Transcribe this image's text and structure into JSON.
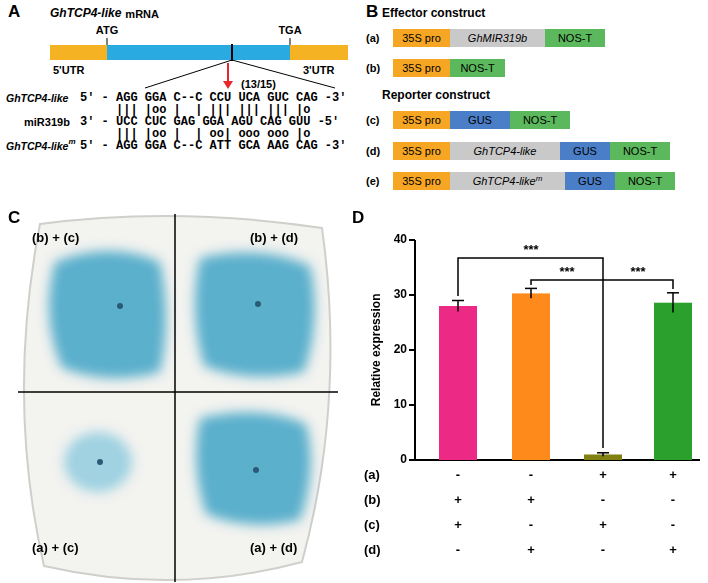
{
  "diagram": {
    "nodes": [
      {
        "text": [
          "35S pro"
        ]
      },
      {
        "text": [
          "GhMIR319b"
        ]
      },
      {
        "text": [
          "NOS-T"
        ]
      },
      {
        "text": [
          "35S pro"
        ]
      },
      {
        "text": [
          "NOS-T"
        ]
      },
      {
        "text": [
          "35S pro"
        ]
      },
      {
        "text": [
          "GUS"
        ]
      },
      {
        "text": [
          "NOS-T"
        ]
      },
      {
        "text": [
          "35S pro"
        ]
      },
      {
        "text": [
          "GhTCP4-like"
        ]
      },
      {
        "text": [
          "GUS"
        ]
      },
      {
        "text": [
          "NOS-T"
        ]
      },
      {
        "text": [
          "35S pro"
        ]
      },
      {
        "text": [
          "GhTCP4-like",
          "m"
        ]
      },
      {
        "text": [
          "GUS"
        ]
      },
      {
        "text": [
          "NOS-T"
        ]
      }
    ],
    "labels": [
      "A",
      "GhTCP4-like",
      "mRNA",
      "ATG",
      "TGA",
      "5'UTR",
      "3'UTR",
      "(13/15)",
      "GhTCP4-like",
      "5' - AGG GGA C--C CCU UCA GUC CAG -3'",
      "||| |oo |  | ||| ||| ||| |o",
      "miR319b",
      "3' - UCC CUC GAG GGA AGU CAG GUU -5'",
      "||| |oo |  | oo| ooo ooo |o",
      "GhTCP4-like",
      "m",
      "5' - AGG GGA C--C ATT GCA AAG CAG -3'",
      "B",
      "Effector construct",
      "(a)",
      "(b)",
      "Reporter construct",
      "(c)",
      "(d)",
      "(e)",
      "C",
      "(b) + (c)",
      "(b) + (d)",
      "(a) + (c)",
      "(a) + (d)",
      "D",
      "Relative expression",
      "0",
      "10",
      "20",
      "30",
      "40",
      "***",
      "***",
      "***",
      "(a)",
      "(b)",
      "(c)",
      "(d)",
      "-",
      "-",
      "+",
      "+",
      "+",
      "+",
      "-",
      "-",
      "+",
      "-",
      "+",
      "-",
      "-",
      "+",
      "-",
      "+"
    ]
  }
}
